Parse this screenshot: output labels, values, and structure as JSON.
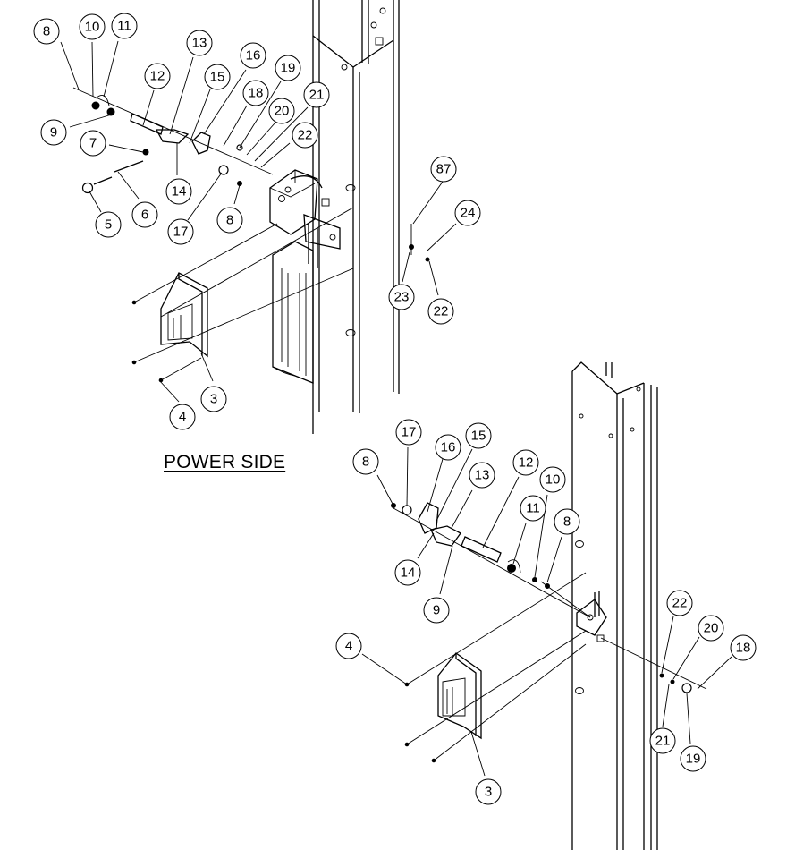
{
  "caption": "POWER SIDE",
  "callouts_upper": [
    "8",
    "10",
    "11",
    "12",
    "13",
    "15",
    "16",
    "18",
    "19",
    "20",
    "21",
    "22",
    "9",
    "7",
    "14",
    "17",
    "8",
    "6",
    "5",
    "24",
    "87",
    "23",
    "22",
    "3",
    "4"
  ],
  "callouts_lower": [
    "17",
    "16",
    "15",
    "8",
    "13",
    "12",
    "10",
    "11",
    "8",
    "14",
    "9",
    "4",
    "22",
    "20",
    "18",
    "21",
    "19",
    "3"
  ]
}
